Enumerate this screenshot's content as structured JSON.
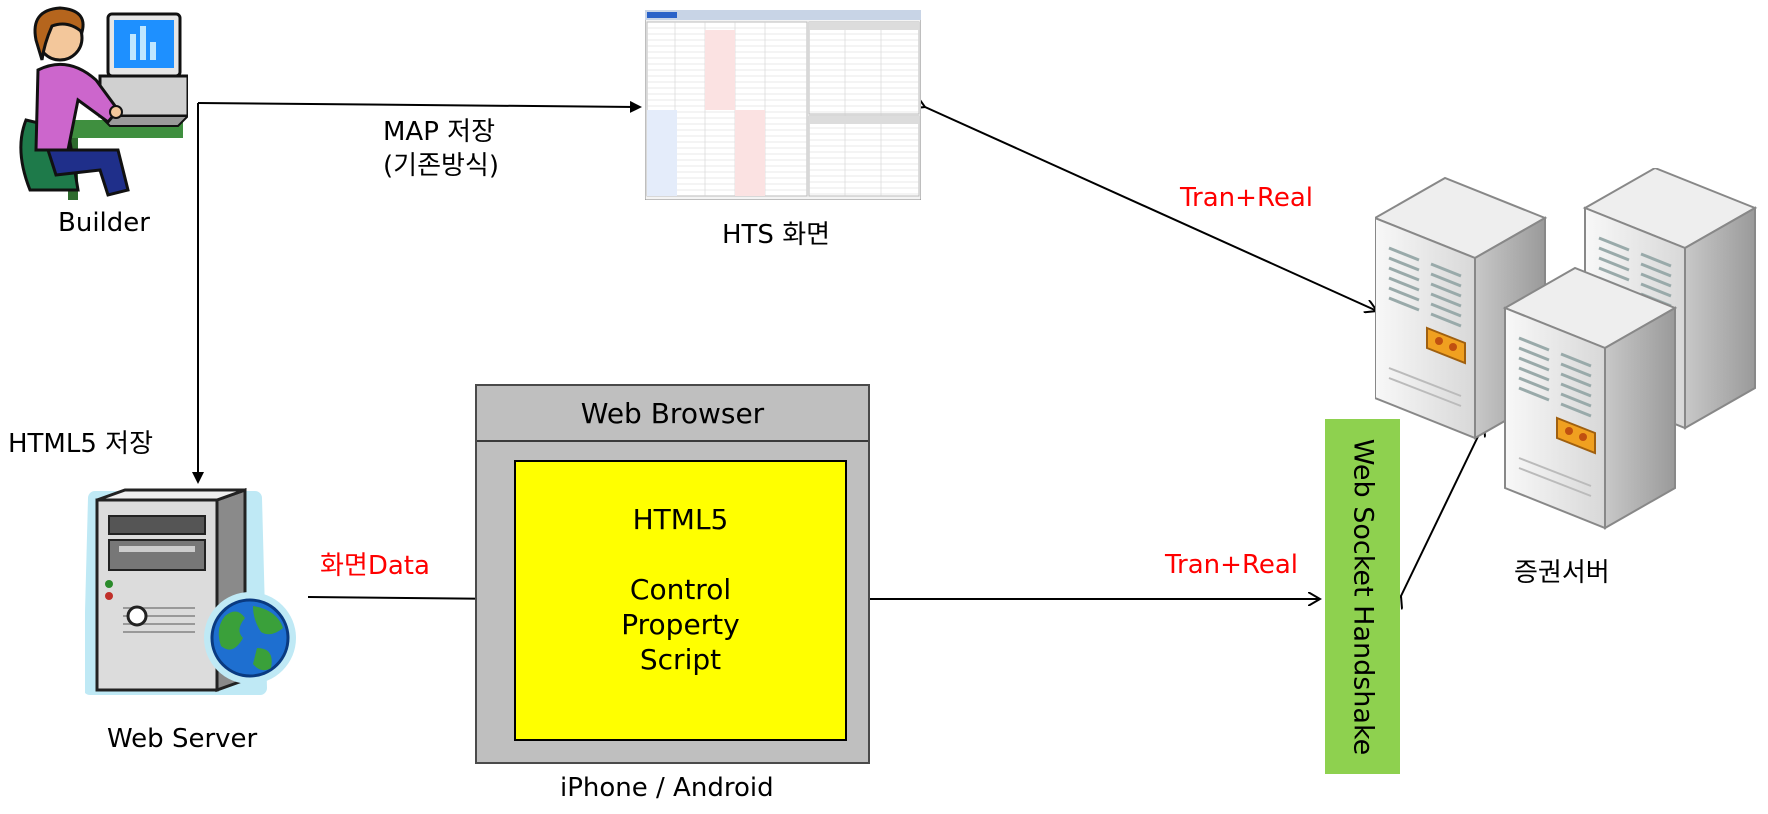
{
  "nodes": {
    "builder": "Builder",
    "hts_screen": "HTS 화면",
    "web_server": "Web Server",
    "securities_server": "증권서버",
    "device": "iPhone / Android"
  },
  "browser": {
    "title": "Web Browser",
    "lines": [
      "HTML5",
      "Control",
      "Property",
      "Script"
    ]
  },
  "websocket": "Web Socket Handshake",
  "edges": {
    "map_save_1": "MAP 저장",
    "map_save_2": "(기존방식)",
    "html5_save": "HTML5 저장",
    "screen_data": "화면Data",
    "tran_real_top": "Tran+Real",
    "tran_real_bottom": "Tran+Real"
  },
  "colors": {
    "accent_red": "#ff0000",
    "browser_yellow": "#ffff00",
    "websocket_green": "#8ed14f",
    "browser_gray": "#bfbfbf"
  }
}
